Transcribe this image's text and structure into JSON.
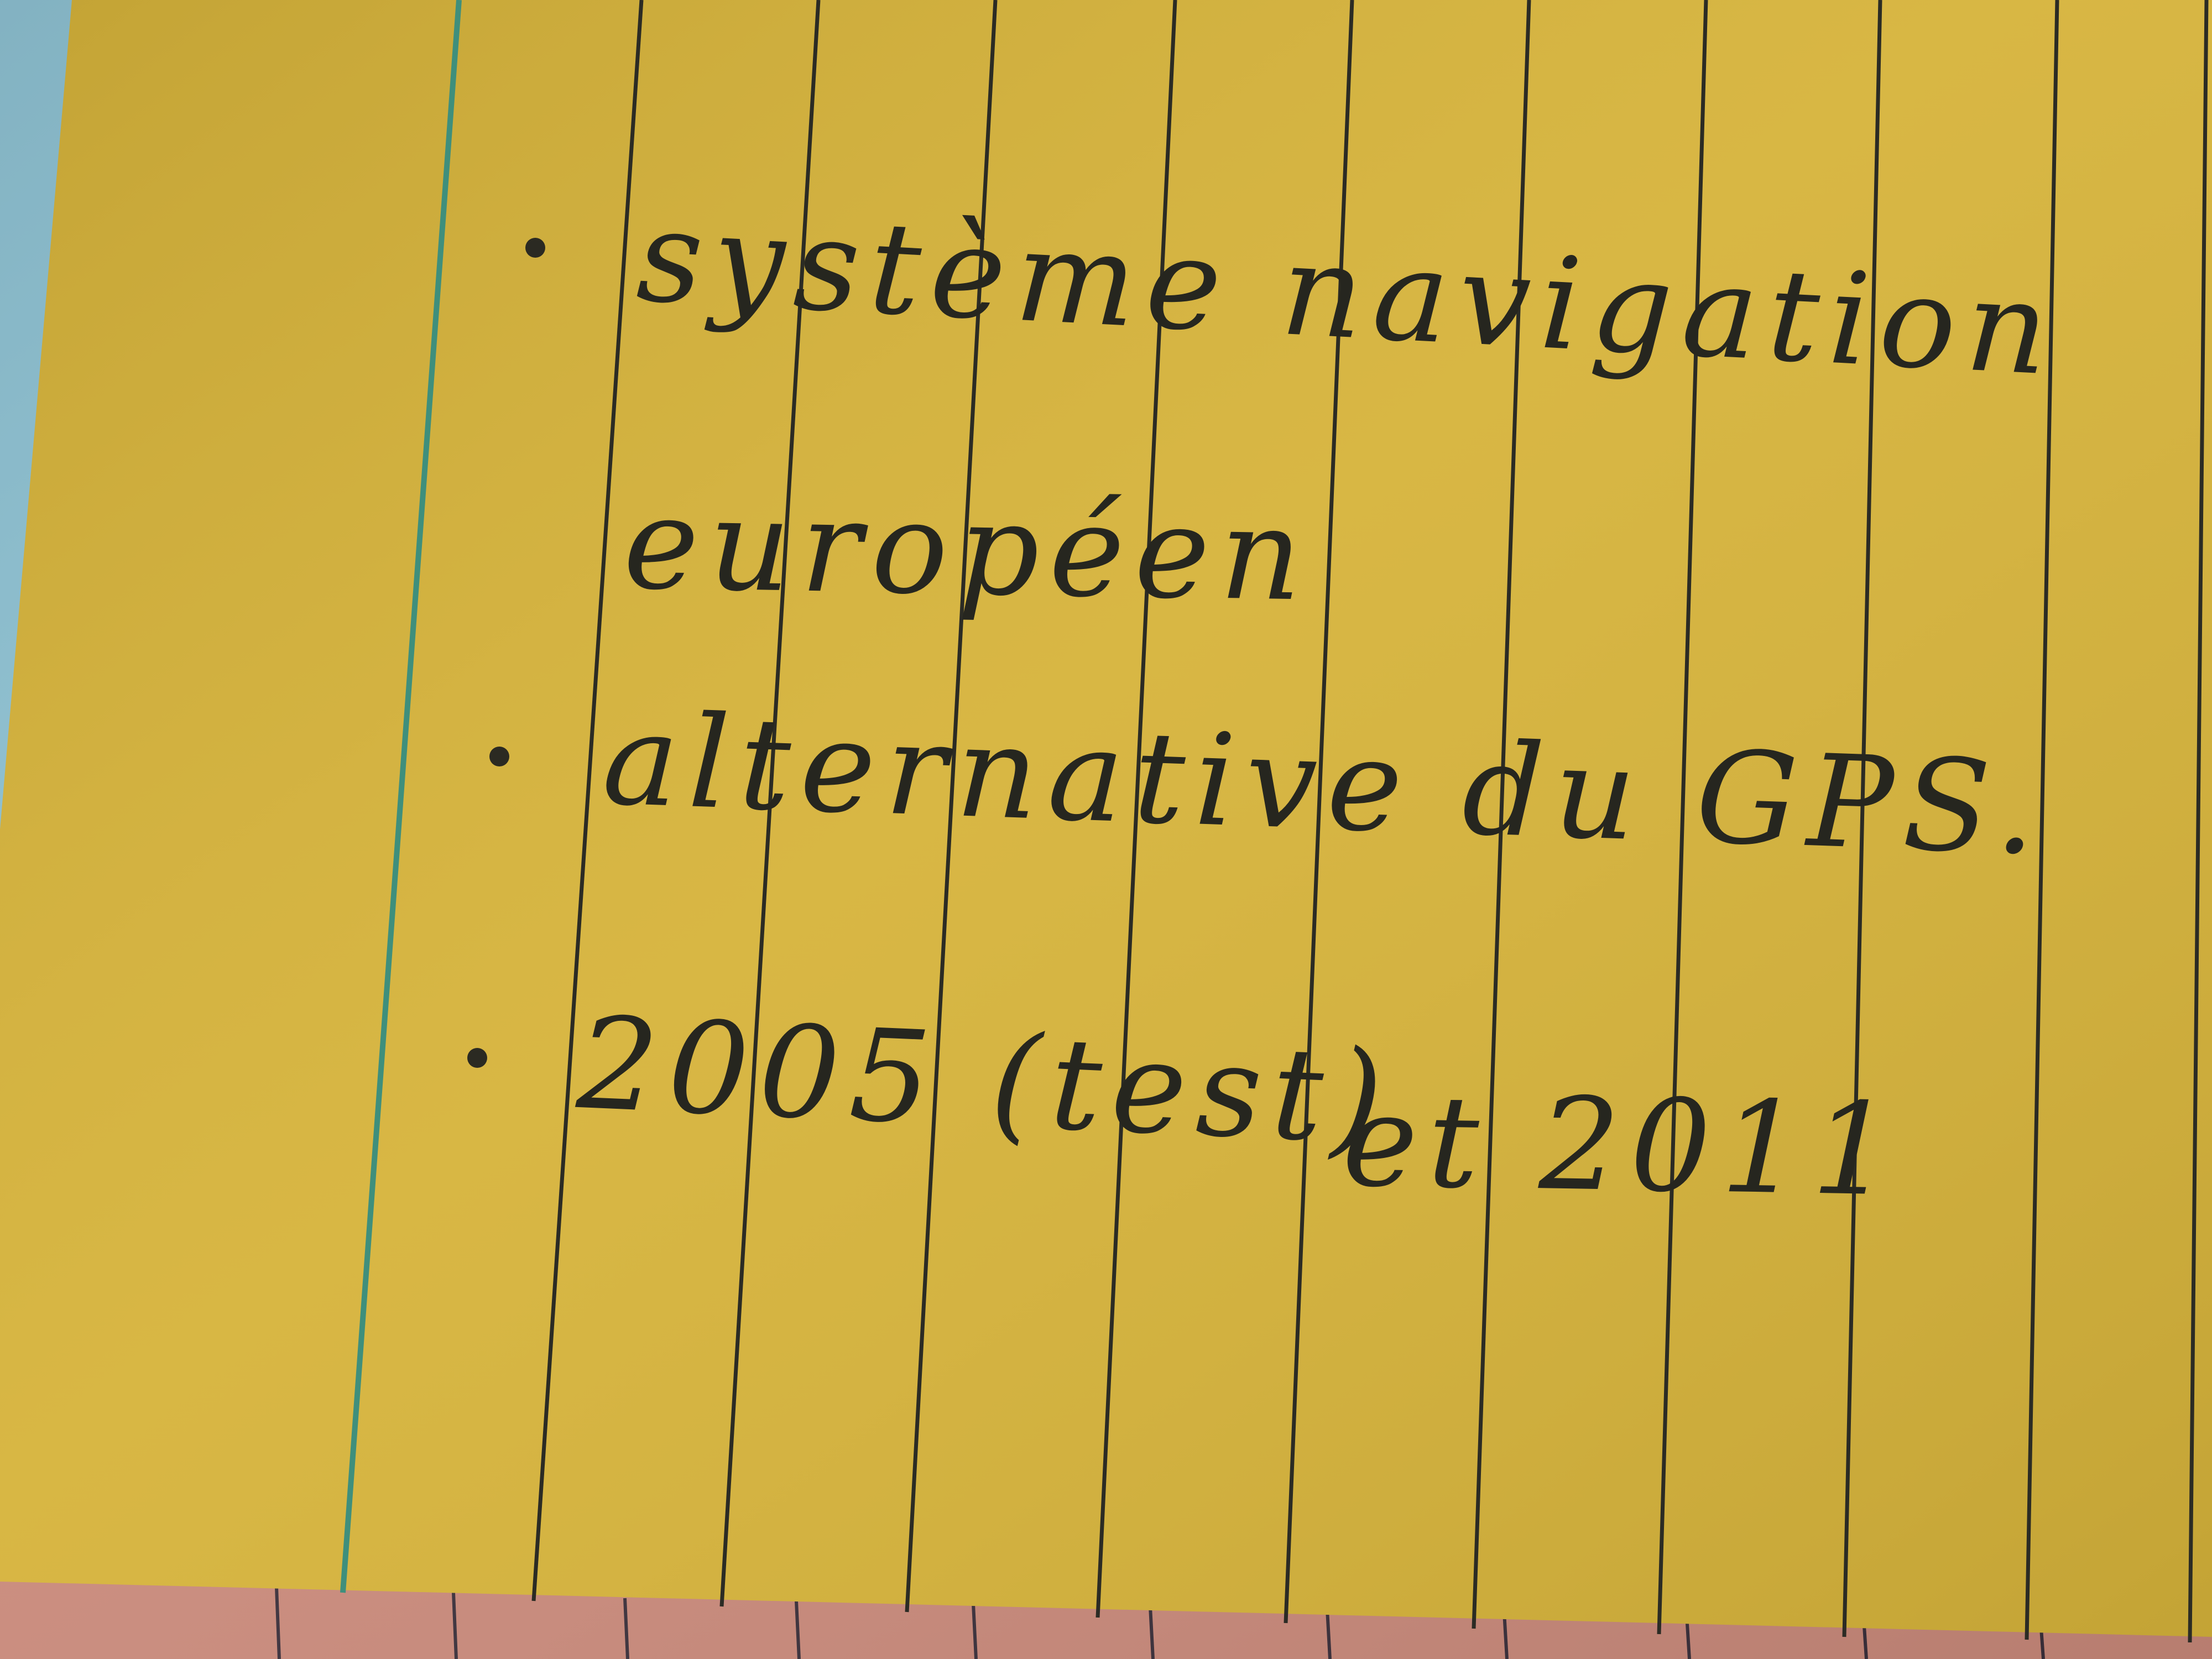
{
  "card": {
    "color": "#d6b33a",
    "rule_color": "#2b2b24",
    "margin_rule_color": "#3f8f7c",
    "under_card_color": "#c9897a",
    "side_strip_color": "#8fc3d4"
  },
  "note": {
    "items": [
      {
        "line1": "système navigation",
        "line2": "européen"
      },
      {
        "line1": "alternative du GPS."
      },
      {
        "line1": "2005 (test)",
        "line2": "et 2011"
      }
    ]
  }
}
